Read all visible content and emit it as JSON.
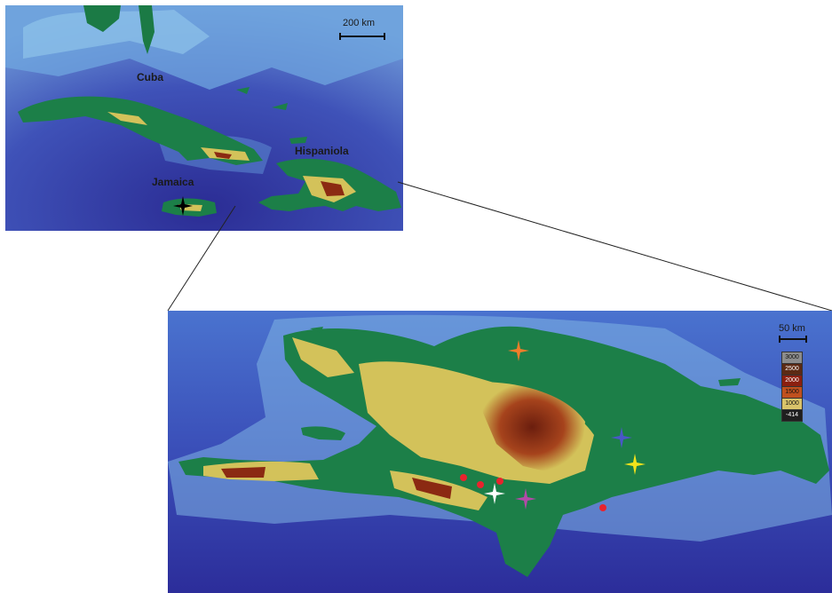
{
  "overview": {
    "labels": {
      "cuba": "Cuba",
      "hispaniola": "Hispaniola",
      "jamaica": "Jamaica"
    },
    "scale": "200 km"
  },
  "inset": {
    "scale": "50 km",
    "legend": [
      {
        "label": "3000",
        "color": "#8c8c8c"
      },
      {
        "label": "2500",
        "color": "#5c2a14"
      },
      {
        "label": "2000",
        "color": "#8b1f0f"
      },
      {
        "label": "1500",
        "color": "#c0501e"
      },
      {
        "label": "1000",
        "color": "#d9c36a"
      },
      {
        "label": "-414",
        "color": "#1f1f1f"
      }
    ]
  },
  "markers": {
    "jamaica_star_color": "#000000",
    "stars": [
      {
        "name": "orange",
        "color": "#f07d2a"
      },
      {
        "name": "blue",
        "color": "#4a57c8"
      },
      {
        "name": "yellow",
        "color": "#f2e21b"
      },
      {
        "name": "white",
        "color": "#ffffff"
      },
      {
        "name": "purple",
        "color": "#b24aa8"
      }
    ],
    "dots_color": "#e8232e"
  },
  "colors": {
    "deep_sea": "#2d2fa0",
    "mid_sea": "#3e5fc4",
    "shallow_sea": "#7fb7e3",
    "lowland": "#17804a",
    "hill": "#d4c45a",
    "mountain": "#8b2a12"
  }
}
